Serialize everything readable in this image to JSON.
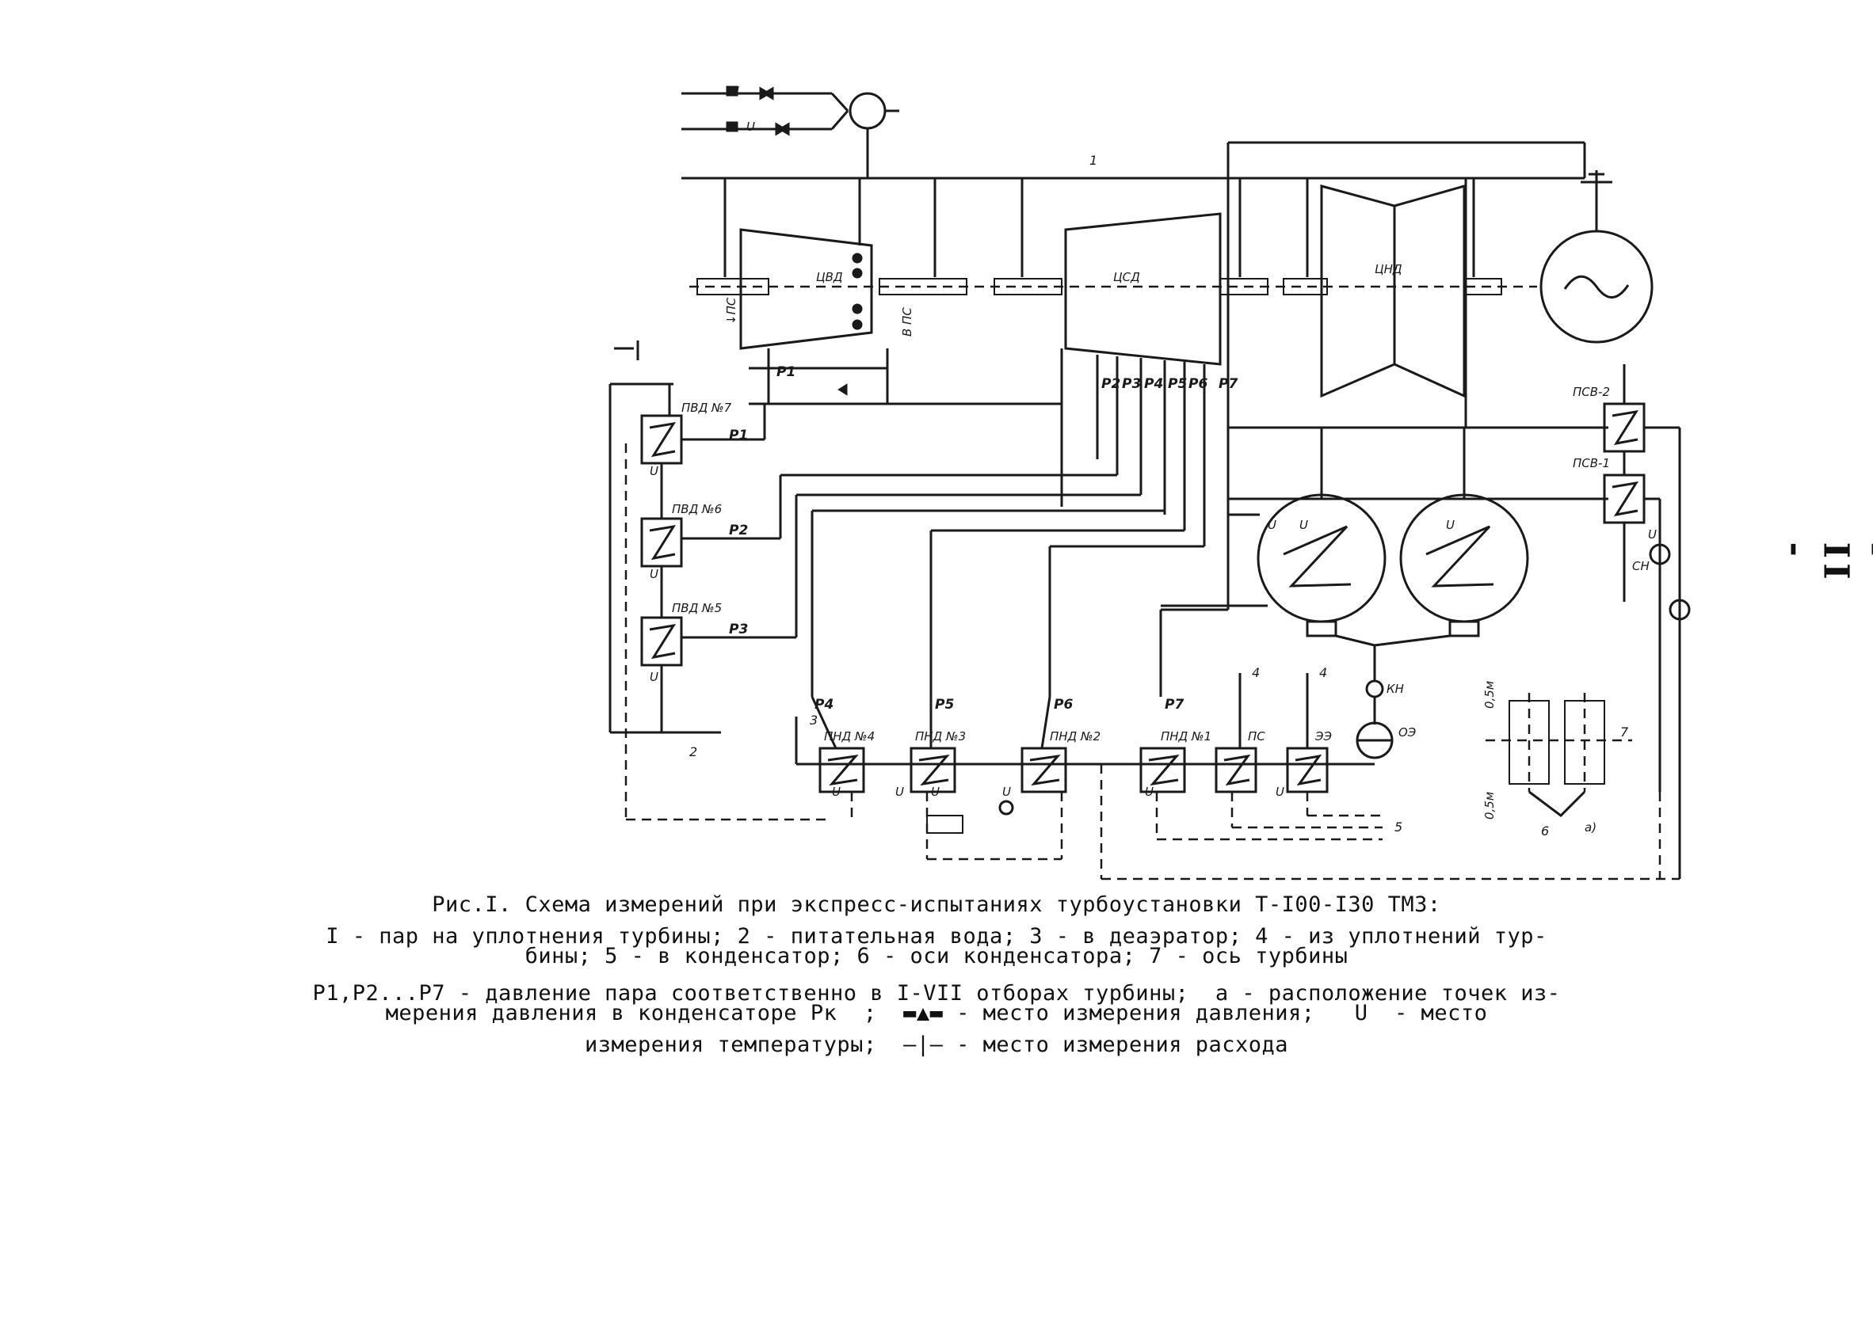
{
  "labels": {
    "cvd": "ЦВД",
    "csd": "ЦСД",
    "cnd": "ЦНД",
    "pvd7": "ПВД №7",
    "pvd6": "ПВД №6",
    "pvd5": "ПВД №5",
    "pnd4": "ПНД №4",
    "pnd3": "ПНД №3",
    "pnd2": "ПНД №2",
    "pnd1": "ПНД №1",
    "ps": "ПС",
    "ese": "ЭЭ",
    "psv2": "ПСВ-2",
    "psv1": "ПСВ-1",
    "kn": "КН",
    "sn": "СН",
    "oe": "ОЭ",
    "u": "U",
    "p1": "P1",
    "p2": "P2",
    "p3": "P3",
    "p4": "P4",
    "p5": "P5",
    "p6": "P6",
    "p7": "P7",
    "pk": "Pк",
    "n1": "1",
    "n2": "2",
    "n3": "3",
    "n4a": "4",
    "n4b": "4",
    "n5": "5",
    "n6": "6",
    "n7": "7",
    "a": "а)",
    "dim1": "0,5м",
    "dim2": "0,5м"
  },
  "caption": {
    "title": "Рис.I. Схема измерений при экспресс-испытаниях турбоустановки Т-I00-I30 ТМЗ:",
    "line1": "I - пар на уплотнения турбины; 2 - питательная вода; 3 - в деаэратор; 4 - из уплотнений тур-",
    "line2": "бины; 5 - в конденсатор; 6 - оси конденсатора; 7 - ось турбины",
    "line3": "P1,P2...P7 - давление пара соответственно в I-VII отборах турбины;  а - расположение точек из-",
    "line4": "мерения давления в конденсаторе Pк  ;  ▬▲▬ - место измерения давления;   U  - место",
    "line5": "измерения температуры;  —|— - место измерения расхода"
  },
  "page_number": "- II -"
}
